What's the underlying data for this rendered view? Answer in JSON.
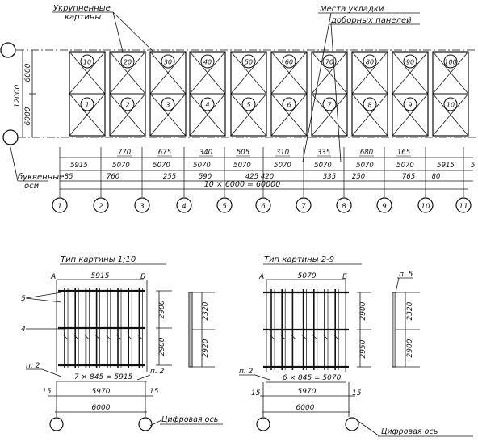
{
  "top": {
    "label_grouped": [
      "Укрупненные",
      "картины"
    ],
    "label_places": [
      "Места укладки",
      "доборных панелей"
    ],
    "label_letter_axes": [
      "буквенные",
      "оси"
    ],
    "height_total": "12000",
    "height_upper": "6000",
    "height_lower": "6000",
    "panels_upper": [
      "10",
      "20",
      "30",
      "40",
      "50",
      "60",
      "70",
      "80",
      "90",
      "100"
    ],
    "panels_lower": [
      "1",
      "2",
      "3",
      "4",
      "5",
      "6",
      "7",
      "8",
      "9",
      "10"
    ],
    "dims_top": [
      "770",
      "675",
      "340",
      "505",
      "310",
      "335",
      "680",
      "165"
    ],
    "dims_mid": [
      "5915",
      "5070",
      "5070",
      "5070",
      "5070",
      "5070",
      "5070",
      "5070",
      "5070",
      "5915"
    ],
    "dims_bottom": [
      "85",
      "760",
      "255",
      "590",
      "425",
      "420",
      "335",
      "250",
      "765",
      "80"
    ],
    "right_mark": "5",
    "total": "10 × 6000 = 60000",
    "axes": [
      "1",
      "2",
      "3",
      "4",
      "5",
      "6",
      "7",
      "8",
      "9",
      "10",
      "11"
    ]
  },
  "left": {
    "title": "Тип картины 1;10",
    "a": "А",
    "b": "Б",
    "dim_top": "5915",
    "lbl5": "5",
    "lbl4": "4",
    "lblp2a": "п. 2",
    "lblp2b": "п. 2",
    "formula": "7 × 845 = 5915",
    "dim_5970": "5970",
    "dim_15a": "15",
    "dim_15b": "15",
    "dim_6000": "6000",
    "side_a1": "2900",
    "side_a2": "2900",
    "side_b1": "2320",
    "side_b2": "2920",
    "axis_note": "Цифровая ось"
  },
  "right": {
    "title": "Тип картины 2-9",
    "a": "А",
    "b": "Б",
    "dim_top": "5070",
    "lblp5": "п. 5",
    "lblp2": "п. 2",
    "formula": "6 × 845 = 5070",
    "dim_5970": "5970",
    "dim_15a": "15",
    "dim_15b": "15",
    "dim_6000": "6000",
    "side_a1": "2900",
    "side_a2": "2950",
    "side_b1": "2320",
    "side_b2": "2900",
    "axis_note": "Цифровая ось"
  }
}
